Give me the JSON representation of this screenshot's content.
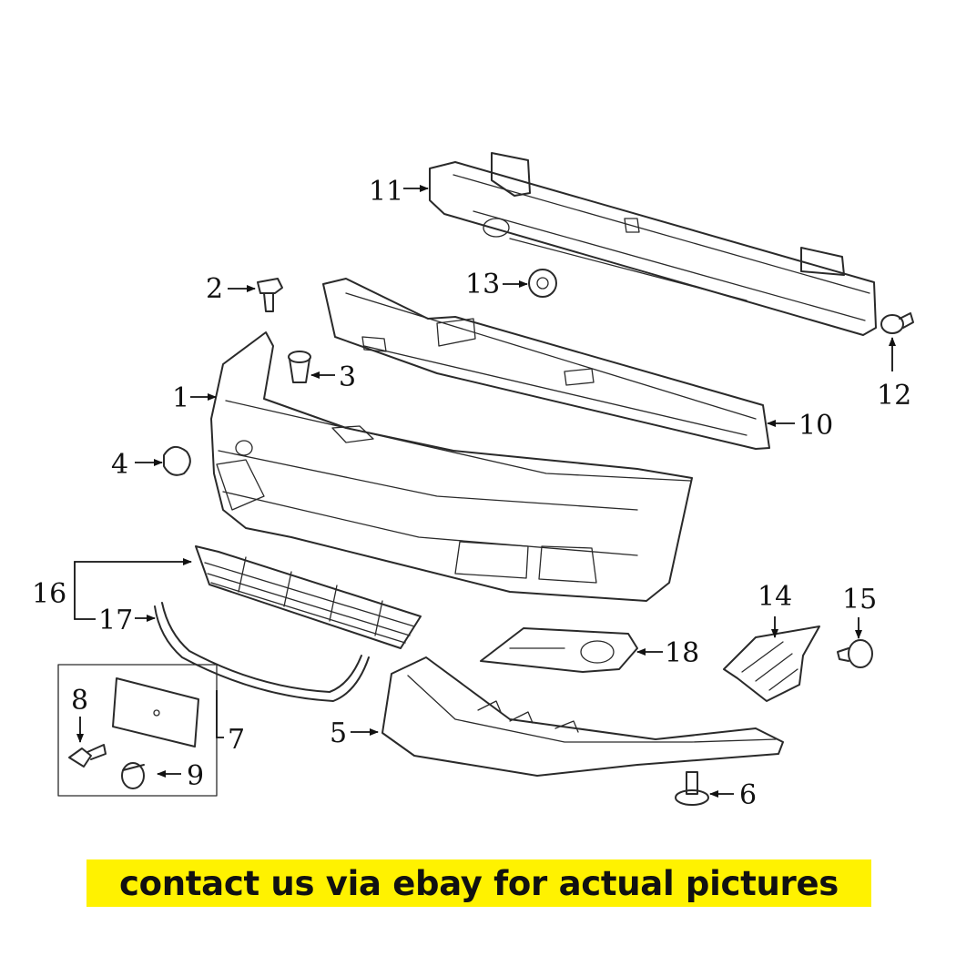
{
  "callouts": {
    "c1": "1",
    "c2": "2",
    "c3": "3",
    "c4": "4",
    "c5": "5",
    "c6": "6",
    "c7": "7",
    "c8": "8",
    "c9": "9",
    "c10": "10",
    "c11": "11",
    "c12": "12",
    "c13": "13",
    "c14": "14",
    "c15": "15",
    "c16": "16",
    "c17": "17",
    "c18": "18"
  },
  "banner": {
    "text": "contact us via ebay for actual pictures",
    "color": "#fff200"
  }
}
